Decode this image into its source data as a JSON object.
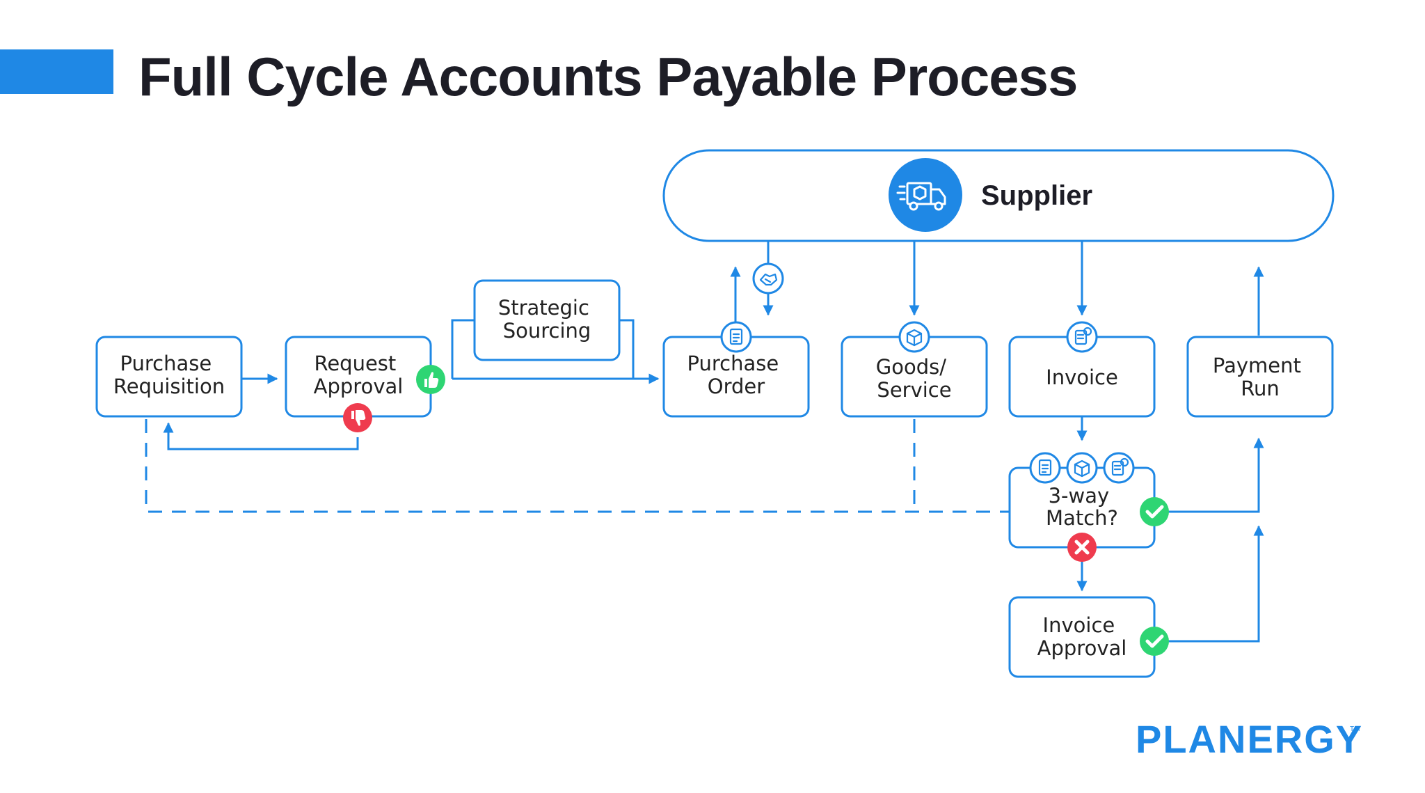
{
  "title": "Full Cycle Accounts Payable Process",
  "colors": {
    "primary": "#1f88e5",
    "approve": "#2ed573",
    "reject": "#ef3b4e",
    "text": "#1d1d26"
  },
  "supplier": {
    "label": "Supplier",
    "icon": "delivery-truck-icon"
  },
  "nodes": {
    "purchase_requisition": [
      "Purchase",
      "Requisition"
    ],
    "request_approval": [
      "Request",
      "Approval"
    ],
    "strategic_sourcing": [
      "Strategic",
      "Sourcing"
    ],
    "purchase_order": [
      "Purchase",
      "Order"
    ],
    "goods_service": [
      "Goods/",
      "Service"
    ],
    "invoice": [
      "Invoice"
    ],
    "payment_run": [
      "Payment",
      "Run"
    ],
    "three_way_match": [
      "3-way",
      "Match?"
    ],
    "invoice_approval": [
      "Invoice",
      "Approval"
    ]
  },
  "icons": {
    "approve": "thumbs-up-icon",
    "reject": "thumbs-down-icon",
    "handshake": "handshake-icon",
    "document": "document-icon",
    "box": "box-icon",
    "invoice": "invoice-icon",
    "check": "check-icon",
    "cross": "x-icon"
  },
  "brand": {
    "name": "PLANERGY",
    "tm": "TM"
  }
}
